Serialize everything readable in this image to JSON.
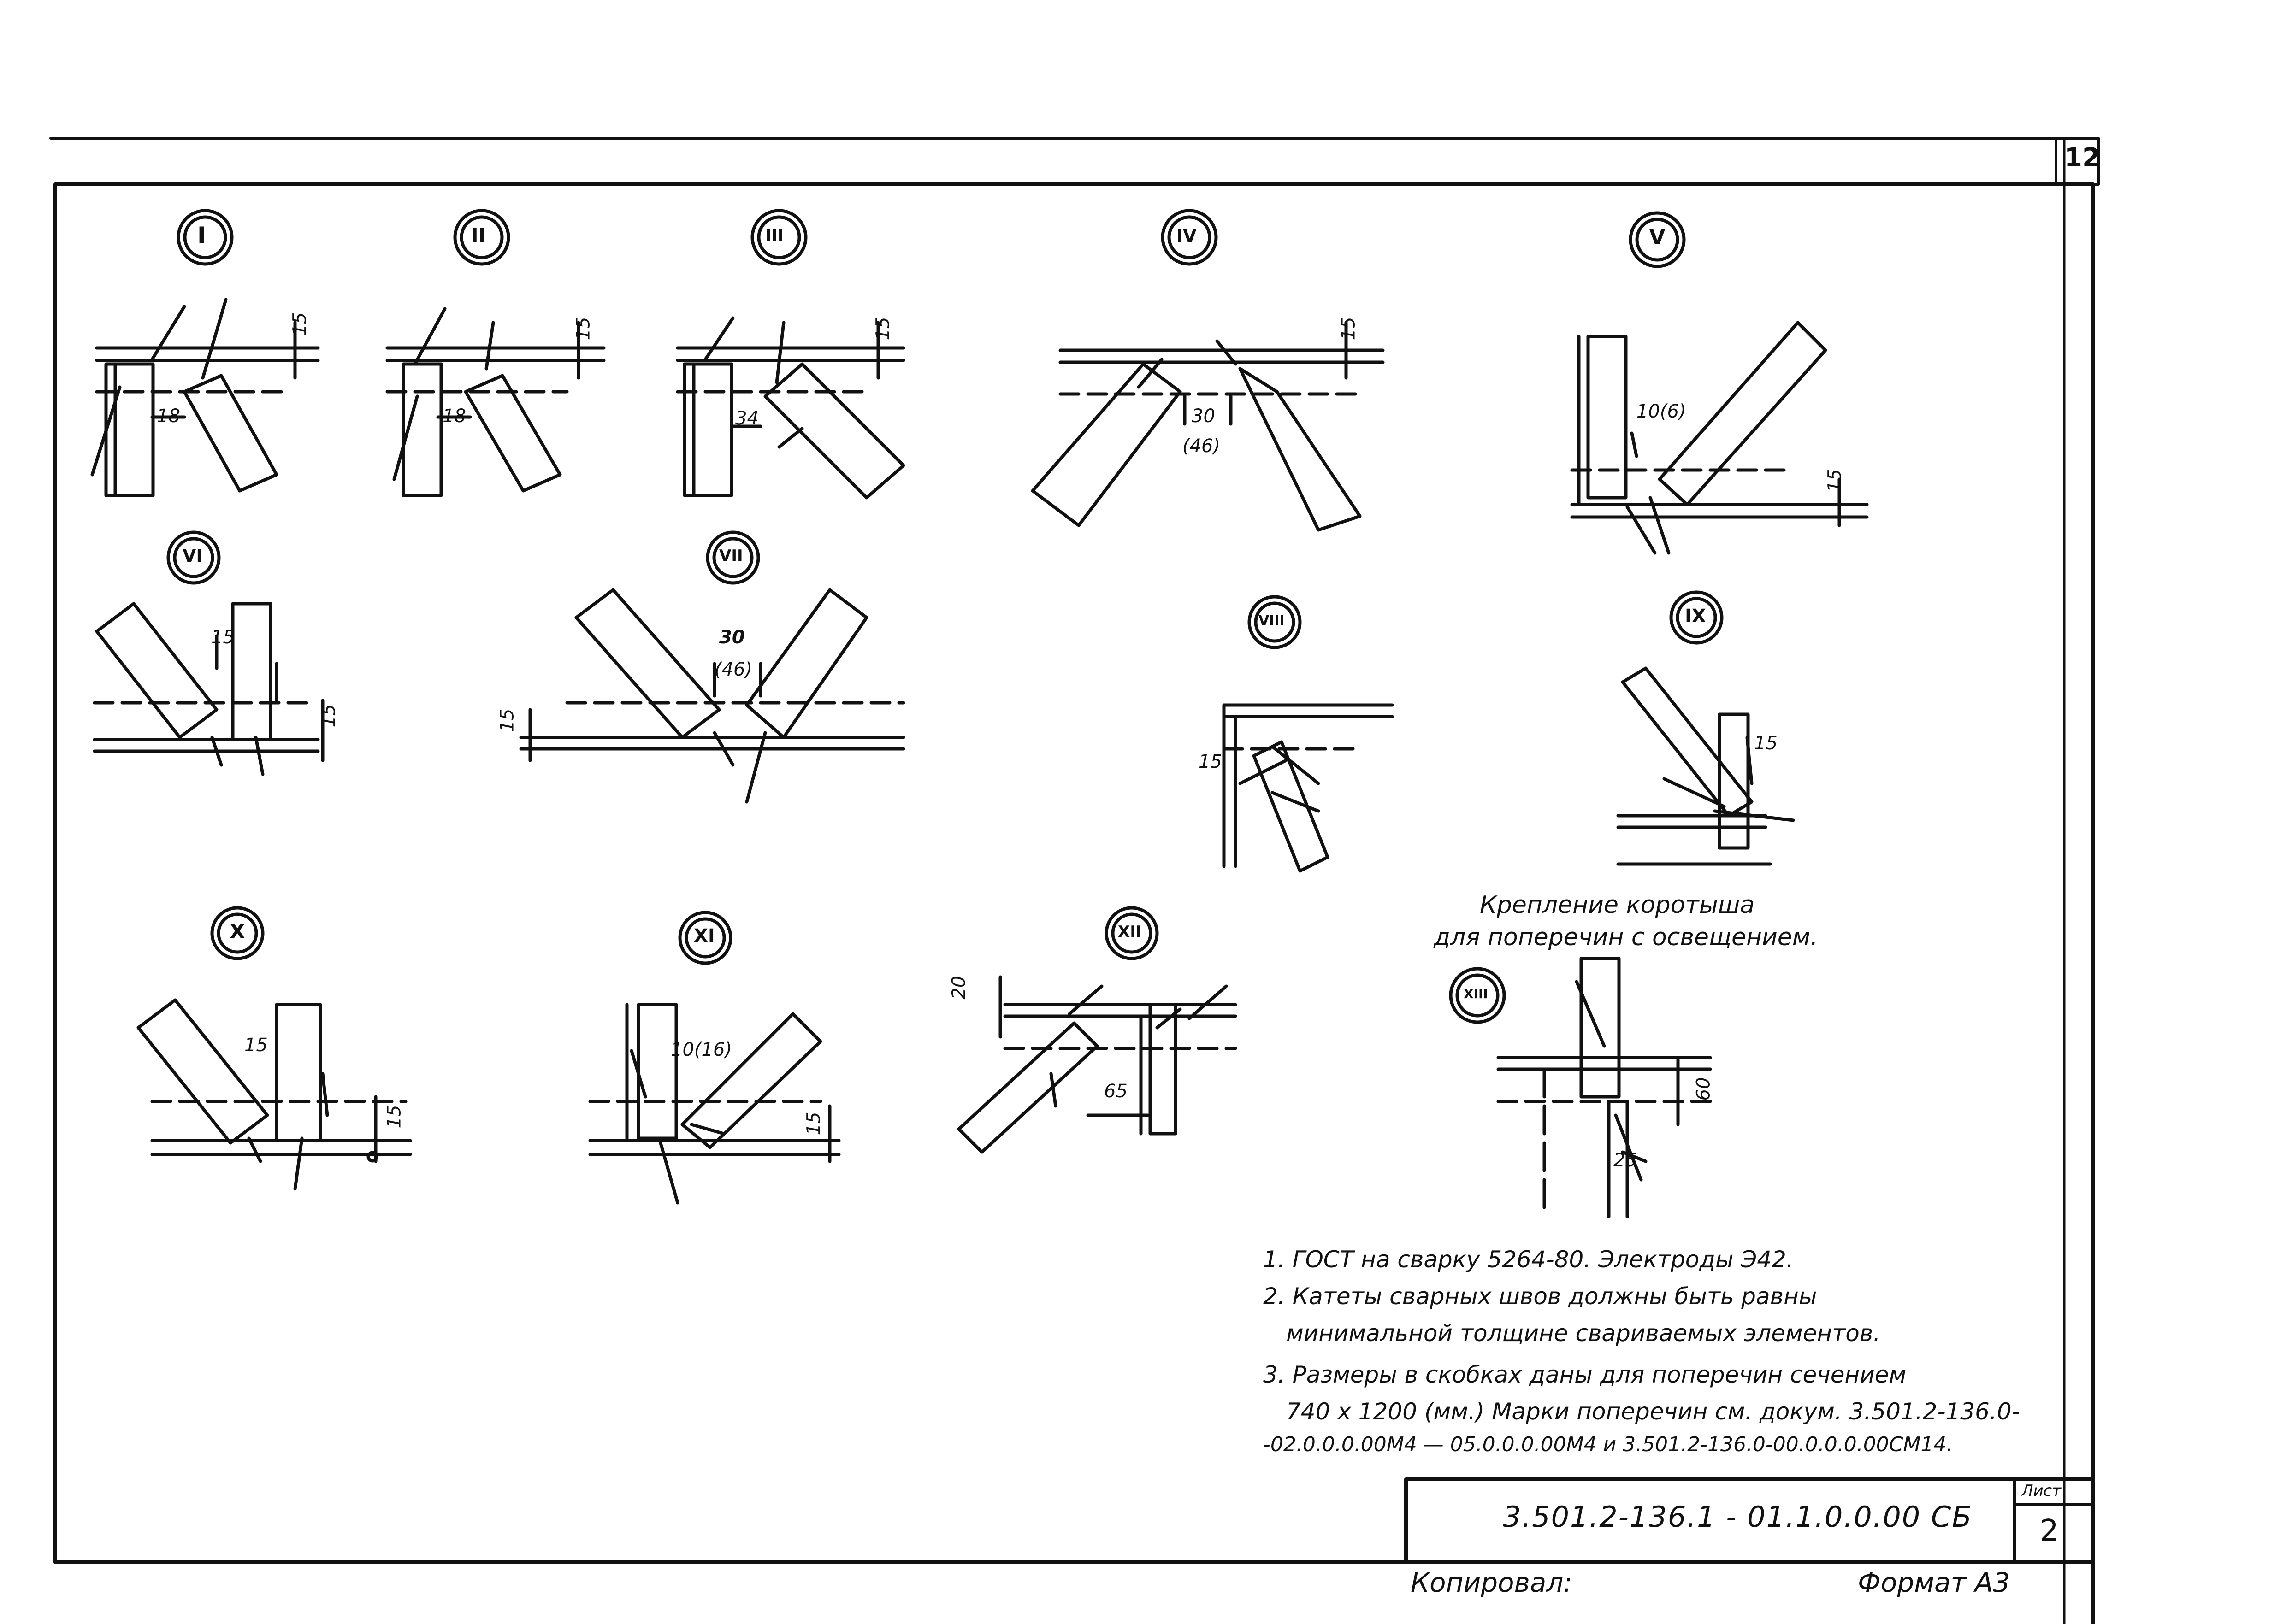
{
  "sheet_number_top": "12",
  "detail_marks": [
    "I",
    "II",
    "III",
    "IV",
    "V",
    "VI",
    "VII",
    "VIII",
    "IX",
    "X",
    "XI",
    "XII",
    "XIII"
  ],
  "dimensions": {
    "d1_weld": "18",
    "d1_thick": "15",
    "d2_weld": "18",
    "d2_thick": "15",
    "d3_weld": "34",
    "d3_thick": "15",
    "d4_gap": "30",
    "d4_gap_alt": "(46)",
    "d4_thick": "15",
    "d5_weld": "10(6)",
    "d5_thick": "15",
    "d6_weld": "15",
    "d6_thick": "15",
    "d7_gap": "30",
    "d7_gap_alt": "(46)",
    "d7_thick": "15",
    "d8_weld": "15",
    "d9_weld": "15",
    "d10_weld": "15",
    "d10_thick": "15",
    "d11_weld": "10(16)",
    "d11_thick": "15",
    "d12_thick": "20",
    "d12_len": "65",
    "d13_h": "60",
    "d13_w": "25"
  },
  "caption": [
    "Крепление коротыша",
    "для поперечин с освещением."
  ],
  "notes": [
    "1. ГОСТ на сварку 5264-80. Электроды Э42.",
    "2. Катеты сварных швов должны быть равны",
    "минимальной толщине свариваемых элементов.",
    "3. Размеры в скобках даны для поперечин сечением",
    "740 х 1200 (мм.) Марки поперечин см. докум. 3.501.2-136.0-",
    "-02.0.0.0.00М4 — 05.0.0.0.00М4 и 3.501.2-136.0-00.0.0.0.00СМ14."
  ],
  "title_block": {
    "doc_code": "3.501.2-136.1 - 01.1.0.0.00 СБ",
    "sheet_label": "Лист",
    "sheet_value": "2"
  },
  "footer": {
    "copied_by": "Копировал:",
    "format": "Формат А3"
  }
}
